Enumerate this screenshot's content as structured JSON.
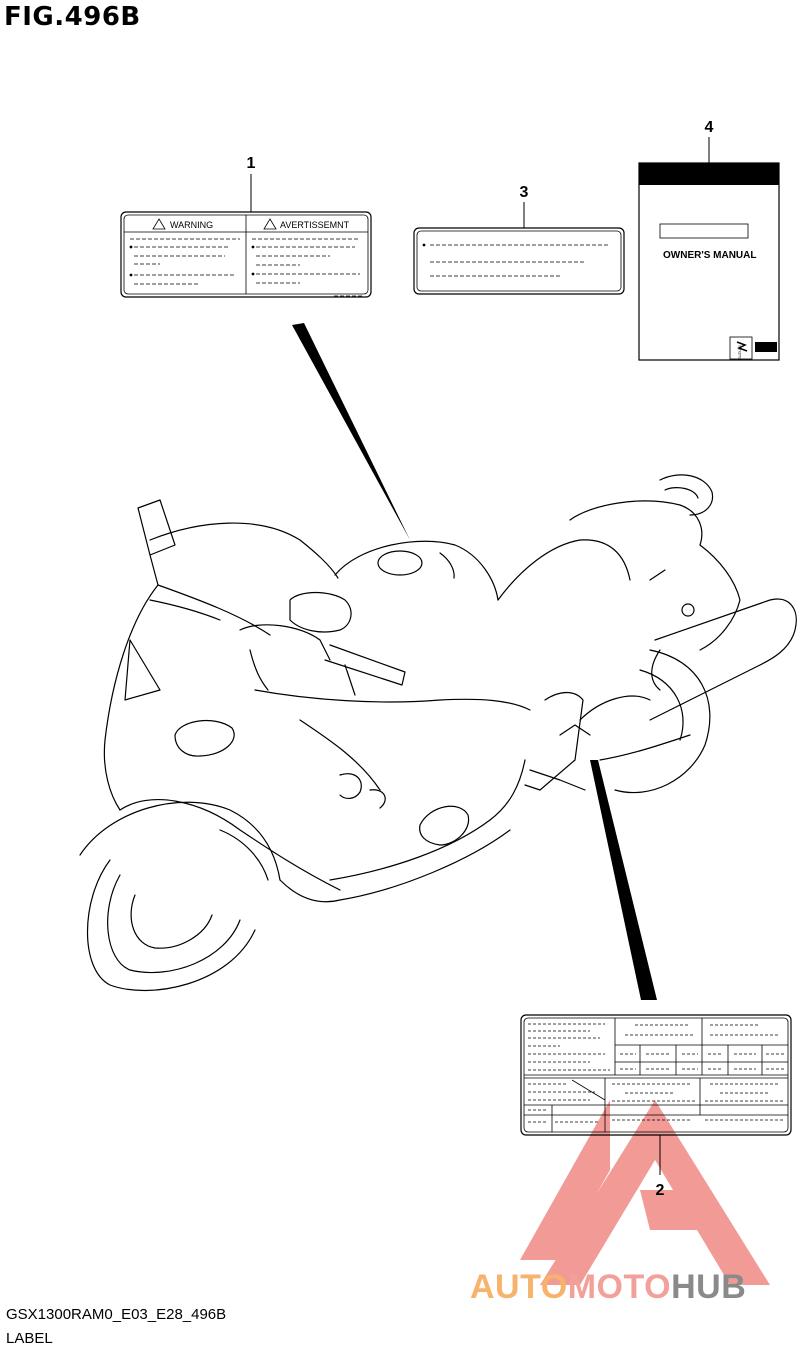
{
  "figure": {
    "title": "FIG.496B"
  },
  "callouts": {
    "c1": "1",
    "c2": "2",
    "c3": "3",
    "c4": "4"
  },
  "label1": {
    "left_heading": "WARNING",
    "right_heading": "AVERTISSEMNT"
  },
  "label4": {
    "manual_title": "OWNER'S MANUAL",
    "brand": "SUZUKI"
  },
  "footer": {
    "code": "GSX1300RAM0_E03_E28_496B",
    "section": "LABEL"
  },
  "watermark": {
    "part1": "AUTO",
    "part2": "MOTO",
    "part3": "HUB"
  },
  "colors": {
    "line": "#000000",
    "watermark_red": "#f08a84",
    "watermark_orange": "#f7b26b",
    "watermark_gray": "#8a8a8a"
  }
}
